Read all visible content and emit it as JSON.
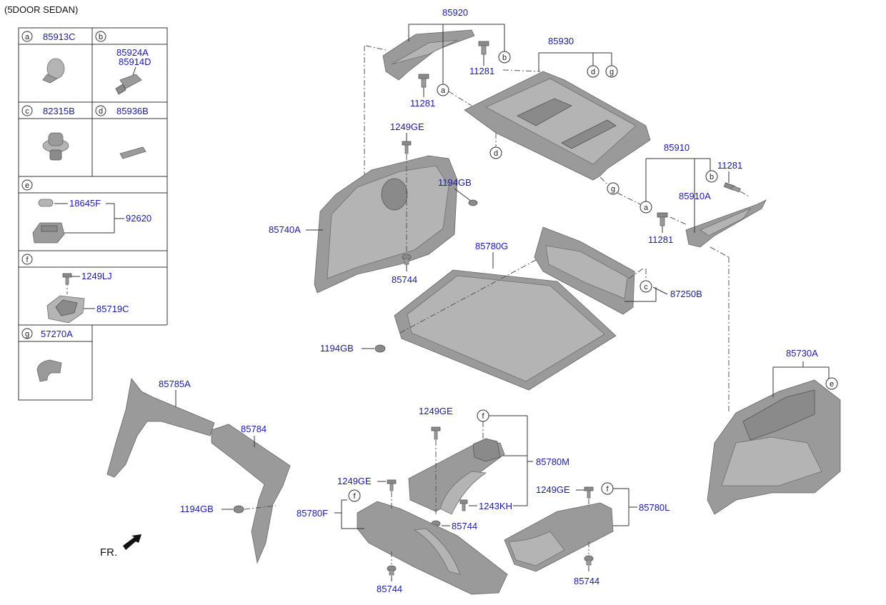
{
  "header": {
    "title": "(5DOOR SEDAN)"
  },
  "legend": {
    "a": {
      "letter": "a",
      "part": "85913C"
    },
    "b": {
      "letter": "b",
      "part1": "85924A",
      "part2": "85914D"
    },
    "c": {
      "letter": "c",
      "part": "82315B"
    },
    "d": {
      "letter": "d",
      "part": "85936B"
    },
    "e": {
      "letter": "e",
      "part1": "18645F",
      "part2": "92620"
    },
    "f": {
      "letter": "f",
      "part1": "1249LJ",
      "part2": "85719C"
    },
    "g": {
      "letter": "g",
      "part": "57270A"
    }
  },
  "labels": {
    "p85920": "85920",
    "p85930": "85930",
    "p11281_top": "11281",
    "p11281_mid": "11281",
    "p11281_r1": "11281",
    "p11281_r2": "11281",
    "p1249GE_1": "1249GE",
    "p1249GE_2": "1249GE",
    "p1249GE_3": "1249GE",
    "p1249GE_4": "1249GE",
    "p1194GB_1": "1194GB",
    "p1194GB_2": "1194GB",
    "p1194GB_3": "1194GB",
    "p85740A": "85740A",
    "p85744_1": "85744",
    "p85744_2": "85744",
    "p85744_3": "85744",
    "p85744_4": "85744",
    "p85780G": "85780G",
    "p85910": "85910",
    "p85910A": "85910A",
    "p87250B": "87250B",
    "p85730A": "85730A",
    "p85785A": "85785A",
    "p85784": "85784",
    "p85780M": "85780M",
    "p1243KH": "1243KH",
    "p85780F": "85780F",
    "p85780L": "85780L",
    "fr": "FR."
  },
  "callouts": {
    "a": "a",
    "b": "b",
    "c": "c",
    "d": "d",
    "e": "e",
    "f": "f",
    "g": "g"
  }
}
